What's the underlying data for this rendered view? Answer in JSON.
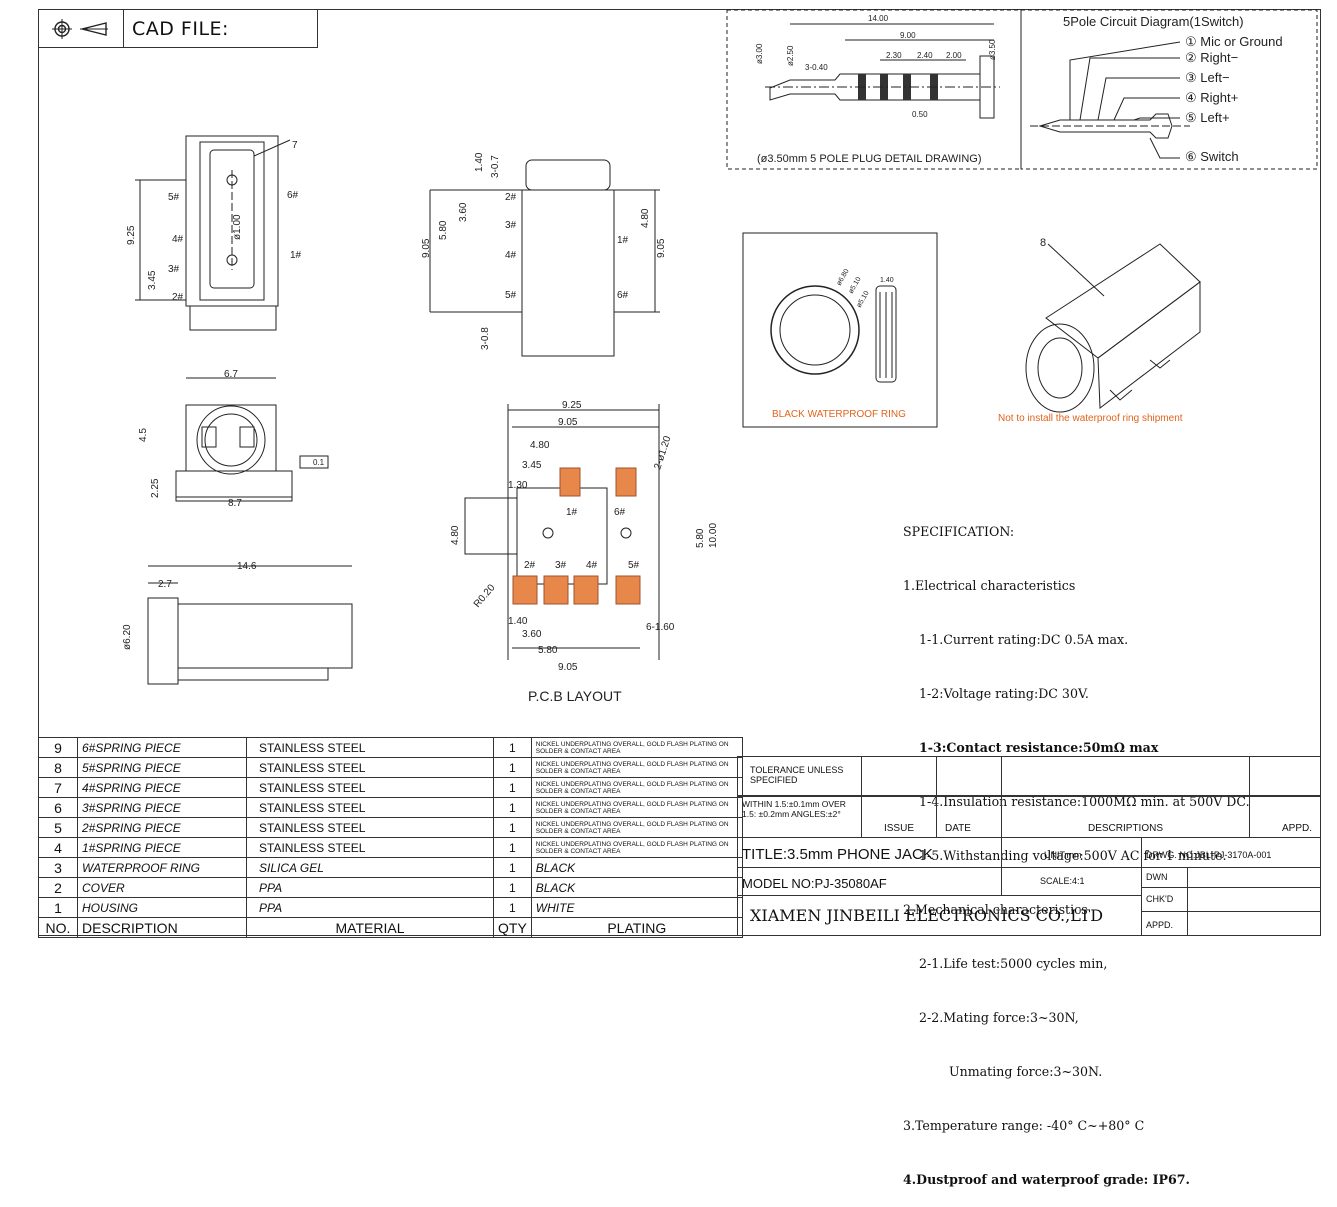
{
  "header": {
    "label": "CAD FILE:"
  },
  "plug_detail": {
    "caption": "(ø3.50mm 5 POLE PLUG DETAIL DRAWING)",
    "dims": {
      "d14": "14.00",
      "d9": "9.00",
      "d230": "2.30",
      "d240": "2.40",
      "d200": "2.00",
      "d050": "0.50",
      "d040": "3-0.40",
      "d250": "ø2.50",
      "d300": "ø3.00",
      "d350": "ø3.50"
    }
  },
  "circuit": {
    "title": "5Pole Circuit Diagram(1Switch)",
    "items": [
      "① Mic or Ground",
      "② Right−",
      "③ Left−",
      "④ Right+",
      "⑤ Left+",
      "⑥ Switch"
    ]
  },
  "side_view": {
    "dims": [
      "9.25",
      "3.45",
      "ø1.00"
    ],
    "pins": [
      "5#",
      "4#",
      "3#",
      "2#",
      "6#",
      "1#"
    ],
    "callout": "7"
  },
  "front_view": {
    "dims": [
      "1.40",
      "3-0.7",
      "5.80",
      "3.60",
      "9.05",
      "4.80",
      "9.05",
      "3-0.8"
    ],
    "pins": [
      "2#",
      "3#",
      "4#",
      "5#",
      "1#",
      "6#"
    ]
  },
  "bottom_view": {
    "dims": [
      "6.7",
      "4.5",
      "2.25",
      "8.7"
    ],
    "flatness": "0.1"
  },
  "length_view": {
    "dims": [
      "14.6",
      "2.7",
      "ø6.20"
    ]
  },
  "pcb": {
    "caption": "P.C.B LAYOUT",
    "dims": [
      "9.25",
      "9.05",
      "4.80",
      "3.45",
      "1.30",
      "4.80",
      "5.80",
      "10.00",
      "1.40",
      "3.60",
      "5.80",
      "9.05",
      "6-1.60",
      "2-ø1.20",
      "R0.20"
    ],
    "pads": [
      "1#",
      "6#",
      "2#",
      "3#",
      "4#",
      "5#"
    ]
  },
  "ring": {
    "caption": "BLACK WATERPROOF RING",
    "dims": [
      "ø6.80",
      "ø5.10",
      "ø5.10",
      "1.40"
    ]
  },
  "iso": {
    "callout": "8",
    "note": "Not to install the waterproof ring shipment"
  },
  "spec": {
    "title": "SPECIFICATION:",
    "lines": [
      "1.Electrical characteristics",
      "1-1.Current rating:DC 0.5A max.",
      "1-2:Voltage rating:DC 30V.",
      "1-3:Contact resistance:50mΩ max",
      "1-4.Insulation resistance:1000MΩ min. at 500V DC.",
      "1-5.Withstanding voltage:500V AC for 1 minute.",
      "2.Mechanical characteristics",
      "2-1.Life test:5000 cycles min,",
      "2-2.Mating force:3~30N,",
      "Unmating force:3~30N.",
      "3.Temperature range: -40° C~+80° C",
      "4.Dustproof and waterproof grade: IP67."
    ]
  },
  "bom": {
    "plating_nickel": "NICKEL UNDERPLATING OVERALL, GOLD FLASH PLATING ON SOLDER & CONTACT AREA",
    "rows": [
      {
        "no": "9",
        "desc": "6#SPRING PIECE",
        "mat": "STAINLESS STEEL",
        "qty": "1"
      },
      {
        "no": "8",
        "desc": "5#SPRING PIECE",
        "mat": "STAINLESS STEEL",
        "qty": "1"
      },
      {
        "no": "7",
        "desc": "4#SPRING PIECE",
        "mat": "STAINLESS STEEL",
        "qty": "1"
      },
      {
        "no": "6",
        "desc": "3#SPRING PIECE",
        "mat": "STAINLESS STEEL",
        "qty": "1"
      },
      {
        "no": "5",
        "desc": "2#SPRING PIECE",
        "mat": "STAINLESS STEEL",
        "qty": "1"
      },
      {
        "no": "4",
        "desc": "1#SPRING PIECE",
        "mat": "STAINLESS STEEL",
        "qty": "1"
      },
      {
        "no": "3",
        "desc": "WATERPROOF RING",
        "mat": "SILICA GEL",
        "qty": "1",
        "plating": "BLACK"
      },
      {
        "no": "2",
        "desc": "COVER",
        "mat": "PPA",
        "qty": "1",
        "plating": "BLACK"
      },
      {
        "no": "1",
        "desc": "HOUSING",
        "mat": "PPA",
        "qty": "1",
        "plating": "WHITE"
      }
    ],
    "head": {
      "no": "NO.",
      "desc": "DESCRIPTION",
      "mat": "MATERIAL",
      "qty": "QTY",
      "plating": "PLATING"
    }
  },
  "title_block": {
    "tolerance_title": "TOLERANCE UNLESS SPECIFIED",
    "tolerance_detail": "WITHIN 1.5:±0.1mm OVER 1.5: ±0.2mm ANGLES:±2°",
    "issue": "ISSUE",
    "date": "DATE",
    "descriptions": "DESCRIPTIONS",
    "appd": "APPD.",
    "title": "TITLE:3.5mm PHONE JACK",
    "unit": "UNIT:mm",
    "drwg": "DRWG. NO:JBL-PJ-3170A-001",
    "model": "MODEL NO:PJ-35080AF",
    "scale": "SCALE:4:1",
    "dwn": "DWN",
    "chkd": "CHK'D",
    "appd2": "APPD.",
    "company": "XIAMEN JINBEILI ELECTRONICS CO.,LTD"
  },
  "colors": {
    "pad": "#e8874a",
    "note": "#e0641e",
    "line": "#333333"
  }
}
